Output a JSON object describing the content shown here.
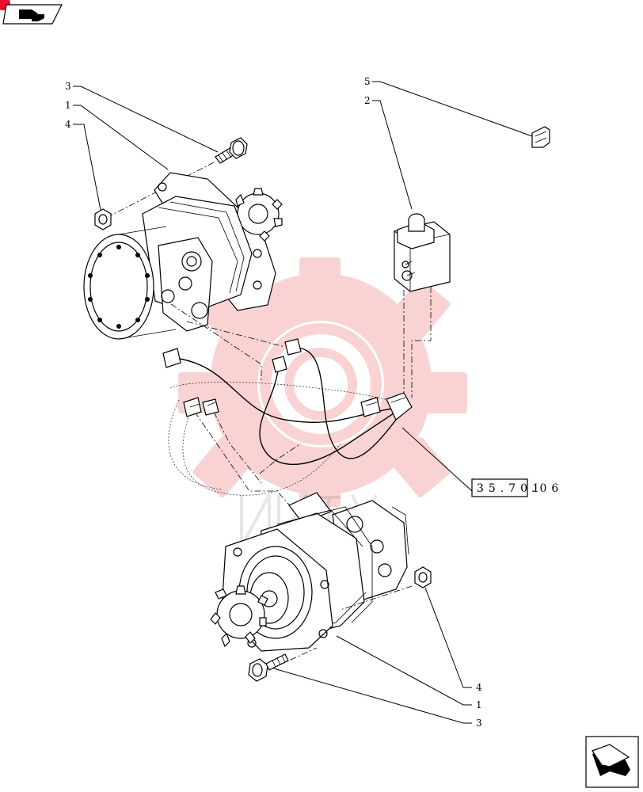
{
  "header": {
    "manual_icon": "book-icon"
  },
  "callouts": {
    "top_bolt": "3",
    "top_motor": "1",
    "top_nut": "4",
    "valve_bracket": "5",
    "valve": "2",
    "bottom_nut": "4",
    "bottom_motor": "1",
    "bottom_bolt": "3"
  },
  "reference": {
    "box_text": "35.701",
    "suffix_text": ".06"
  },
  "navigation": {
    "next_icon": "next-page-arrow-icon"
  },
  "colors": {
    "watermark": "#e83a3a",
    "line": "#000000",
    "background": "#ffffff"
  }
}
